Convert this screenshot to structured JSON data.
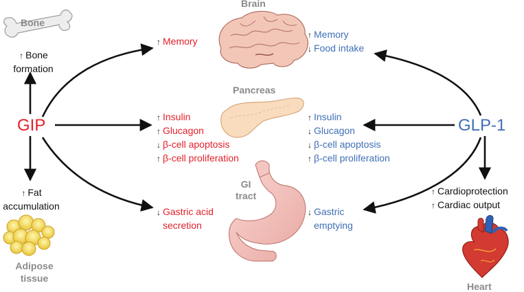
{
  "hormones": {
    "gip": {
      "label": "GIP",
      "color": "#e3202a"
    },
    "glp1": {
      "label": "GLP-1",
      "color": "#3f6fb5"
    }
  },
  "organs": {
    "brain": "Brain",
    "pancreas": "Pancreas",
    "gi_tract": [
      "GI",
      "tract"
    ],
    "bone": "Bone",
    "adipose": [
      "Adipose",
      "tissue"
    ],
    "heart": "Heart"
  },
  "effects": {
    "gip_brain": [
      {
        "dir": "up",
        "text": "Memory"
      }
    ],
    "gip_pancreas": [
      {
        "dir": "up",
        "text": "Insulin"
      },
      {
        "dir": "up",
        "text": "Glucagon"
      },
      {
        "dir": "down",
        "text": "β-cell apoptosis"
      },
      {
        "dir": "up",
        "text": "β-cell proliferation"
      }
    ],
    "gip_gi": [
      {
        "dir": "down",
        "text": "Gastric acid"
      },
      {
        "dir": "none",
        "text": "secretion"
      }
    ],
    "gip_bone": [
      {
        "dir": "up",
        "text": "Bone"
      },
      {
        "dir": "none",
        "text": "formation"
      }
    ],
    "gip_fat": [
      {
        "dir": "up",
        "text": "Fat"
      },
      {
        "dir": "none",
        "text": "accumulation"
      }
    ],
    "glp1_brain": [
      {
        "dir": "up",
        "text": "Memory"
      },
      {
        "dir": "down",
        "text": "Food intake"
      }
    ],
    "glp1_pancreas": [
      {
        "dir": "up",
        "text": "Insulin"
      },
      {
        "dir": "down",
        "text": "Glucagon"
      },
      {
        "dir": "down",
        "text": "β-cell apoptosis"
      },
      {
        "dir": "up",
        "text": "β-cell proliferation"
      }
    ],
    "glp1_gi": [
      {
        "dir": "down",
        "text": "Gastric"
      },
      {
        "dir": "none",
        "text": "emptying"
      }
    ],
    "glp1_heart": [
      {
        "dir": "up",
        "text": "Cardioprotection"
      },
      {
        "dir": "up",
        "text": "Cardiac output"
      }
    ]
  },
  "colors": {
    "arrow": "#111111",
    "brain": "#f2c4b4",
    "pancreas": "#f8d7b8",
    "stomach": "#f4bcb8",
    "fat": "#f5dc5c",
    "bone": "#e9e9e9",
    "heart_red": "#d3302c",
    "heart_blue": "#2f62b5"
  }
}
